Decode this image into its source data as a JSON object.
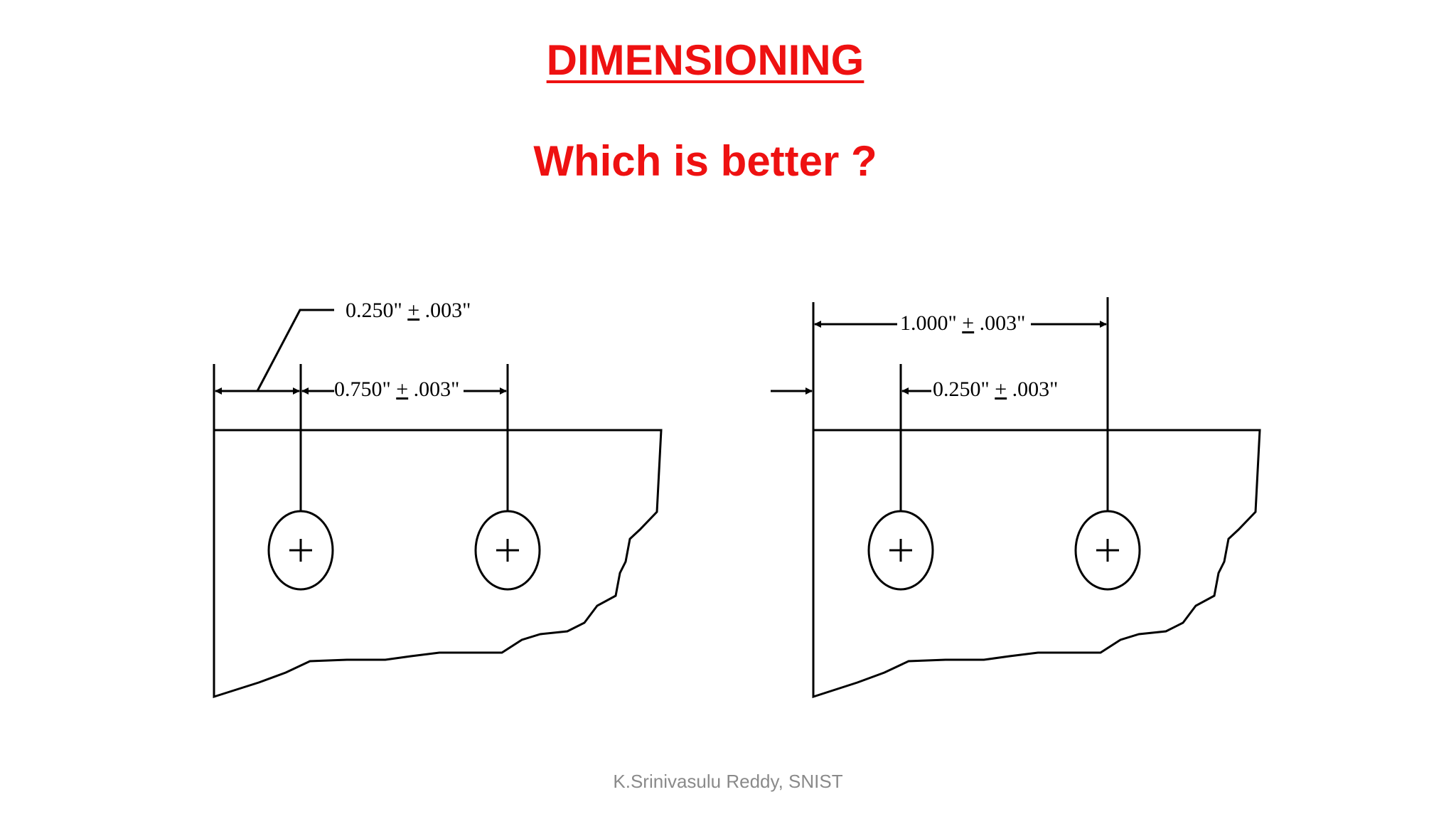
{
  "slide": {
    "title": "DIMENSIONING",
    "subtitle": "Which is better ?",
    "footer": "K.Srinivasulu Reddy, SNIST"
  },
  "colors": {
    "heading": "#ee1111",
    "footer": "#8a8a8a",
    "drawing": "#000000"
  },
  "left_figure": {
    "dim_first_hole": {
      "value": "0.250\"",
      "pm": "+",
      "tol": ".003\""
    },
    "dim_hole_spacing": {
      "value": "0.750\"",
      "pm": "+",
      "tol": ".003\""
    }
  },
  "right_figure": {
    "dim_edge_to_second_hole": {
      "value": "1.000\"",
      "pm": "+",
      "tol": ".003\""
    },
    "dim_first_to_second_hole": {
      "value": "0.250\"",
      "pm": "+",
      "tol": ".003\""
    }
  }
}
